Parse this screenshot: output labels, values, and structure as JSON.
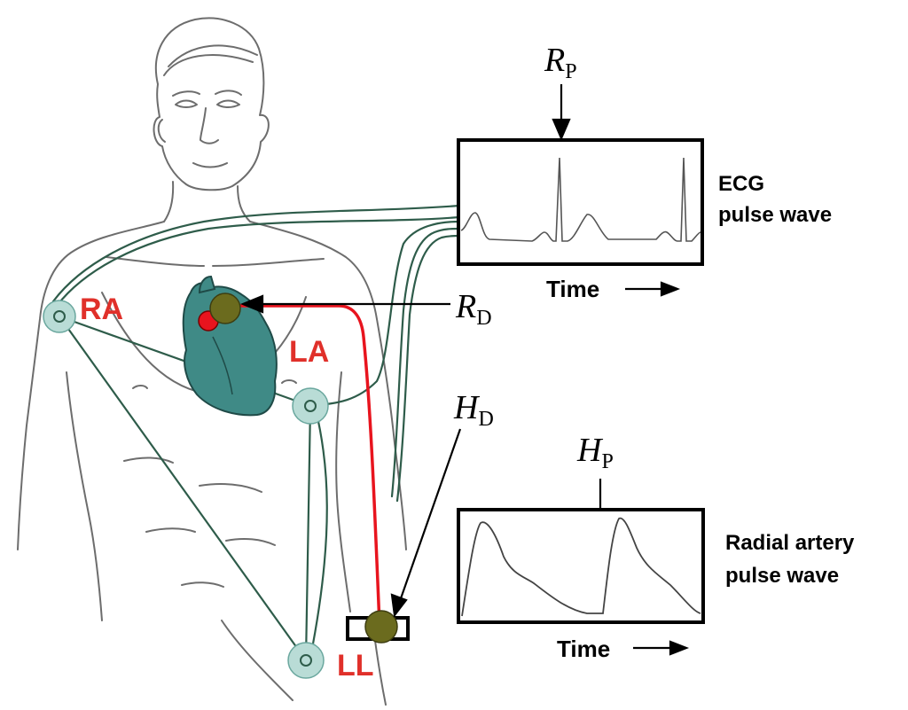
{
  "electrodes": {
    "ra": "RA",
    "la": "LA",
    "ll": "LL"
  },
  "markers": {
    "rp": {
      "main": "R",
      "sub": "P"
    },
    "rd": {
      "main": "R",
      "sub": "D"
    },
    "hd": {
      "main": "H",
      "sub": "D"
    },
    "hp": {
      "main": "H",
      "sub": "P"
    }
  },
  "ecg_panel": {
    "title_line1": "ECG",
    "title_line2": "pulse wave",
    "time_label": "Time"
  },
  "radial_panel": {
    "title_line1": "Radial artery",
    "title_line2": "pulse wave",
    "time_label": "Time"
  },
  "colors": {
    "electrode_fill": "#b9dcd6",
    "heart_fill": "#3f8a86",
    "wire": "#2e5c4a",
    "red_path": "#e8141e",
    "sensor_olive": "#6b6b1e",
    "label_red": "#e0302a"
  }
}
